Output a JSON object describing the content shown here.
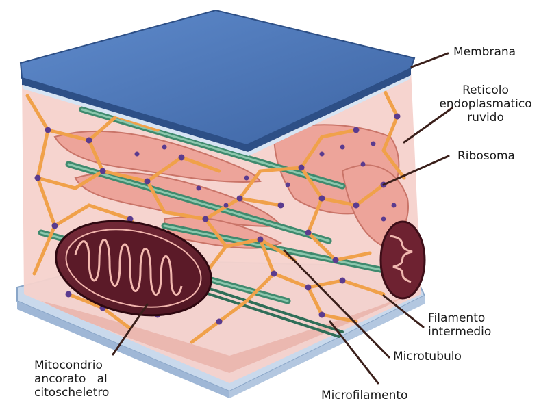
{
  "labels": {
    "membrana": "Membrana",
    "reticolo": [
      "Reticolo",
      "endoplasmatico",
      "ruvido"
    ],
    "ribosoma": "Ribosoma",
    "filamento": [
      "Filamento",
      "intermedio"
    ],
    "microtubulo": "Microtubulo",
    "microfilamento": "Microfilamento",
    "mitocondrio": [
      "Mitocondrio",
      "ancorato   al",
      "citoscheletro"
    ]
  },
  "colors": {
    "membrane_top": "#4f79b8",
    "membrane_edge": "#2d4f86",
    "base_plate": "#c9d9ec",
    "cytoplasm": "#f2c6c0",
    "er": "#eda49a",
    "filament": "#f0a14a",
    "microtubule": "#3f8a6e",
    "ribosome": "#5a3b8f",
    "mitochondrion": "#5a1e2a",
    "leader": "#3a1f1a"
  }
}
